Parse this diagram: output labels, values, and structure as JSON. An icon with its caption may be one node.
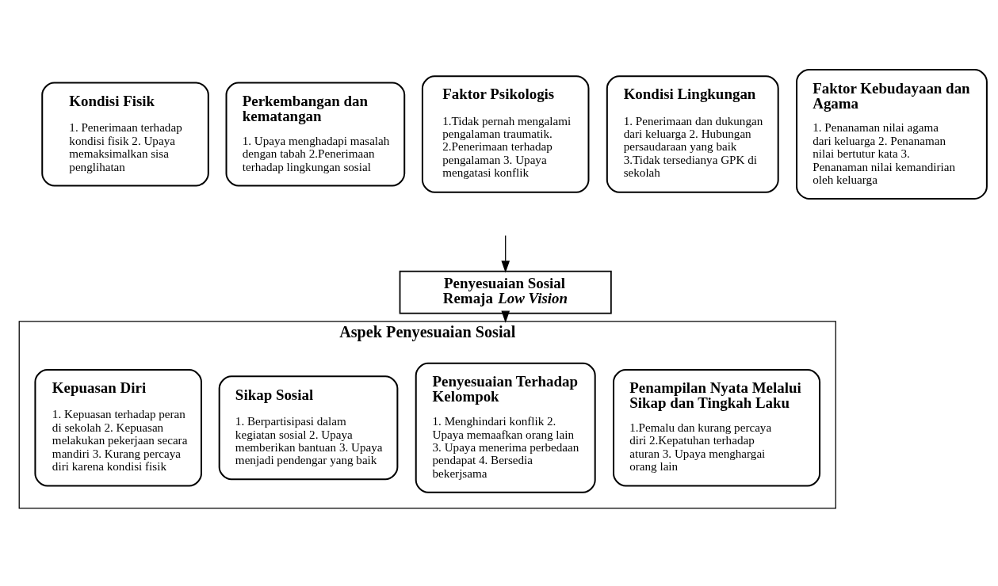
{
  "diagram": {
    "nodes": [
      {
        "text": [
          "Kondisi Fisik",
          "1. Penerimaan terhadap kondisi fisik 2. Upaya memaksimalkan sisa penglihatan"
        ]
      },
      {
        "text": [
          "Perkembangan dan kematangan",
          "1. Upaya menghadapi masalah dengan tabah 2.Penerimaan terhadap lingkungan sosial"
        ]
      },
      {
        "text": [
          "Faktor Psikologis",
          "1.Tidak pernah mengalami pengalaman traumatik. 2.Penerimaan terhadap pengalaman 3. Upaya mengatasi konflik"
        ]
      },
      {
        "text": [
          "Kondisi Lingkungan",
          "1. Penerimaan dan dukungan dari keluarga 2. Hubungan persaudaraan yang baik 3.Tidak tersedianya GPK di sekolah"
        ]
      },
      {
        "text": [
          "Faktor Kebudayaan dan Agama",
          "1. Penanaman nilai agama dari keluarga 2. Penanaman nilai bertutur kata 3. Penanaman nilai kemandirian oleh keluarga"
        ]
      },
      {
        "text": [
          "Penyesuaian Sosial Remaja *Low Vision*"
        ]
      },
      {
        "text": [
          "Aspek Penyesuaian Sosial"
        ]
      },
      {
        "text": [
          "Penampilan Nyata Melalui Sikap dan Tingkah Laku",
          "1.Pemalu dan kurang percaya diri 2.Kepatuhan terhadap aturan 3. Upaya menghargai orang lain"
        ],
        "in": 6
      },
      {
        "text": [
          "Penyesuaian Terhadap Kelompok",
          "1. Menghindari konflik 2. Upaya memaafkan orang lain 3. Upaya menerima perbedaan pendapat 4. Bersedia bekerjsama"
        ],
        "in": 6
      },
      {
        "text": [
          "Sikap Sosial",
          "1. Berpartisipasi dalam kegiatan sosial 2. Upaya memberikan bantuan 3. Upaya menjadi pendengar yang baik"
        ],
        "in": 6
      },
      {
        "text": [
          "Kepuasan Diri",
          "1. Kepuasan terhadap peran di sekolah 2. Kepuasan melakukan pekerjaan secara mandiri 3. Kurang percaya diri karena kondisi fisik"
        ],
        "in": 6
      }
    ],
    "edges": [
      {
        "from": null,
        "to": 5,
        "arrow": "to"
      },
      {
        "from": 5,
        "to": 6,
        "arrow": "to"
      }
    ]
  }
}
